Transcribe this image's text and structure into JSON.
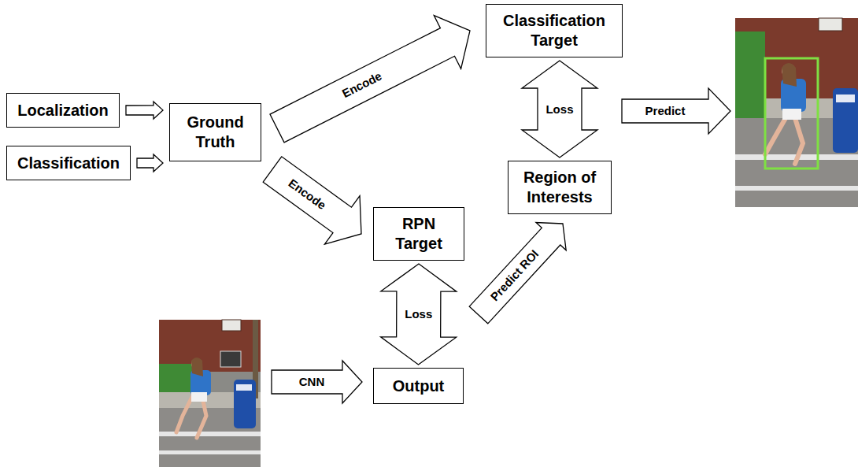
{
  "diagram": {
    "nodes": [
      {
        "text": [
          "Localization"
        ]
      },
      {
        "text": [
          "Classification"
        ]
      },
      {
        "text": [
          "Ground Truth"
        ]
      },
      {
        "text": [
          "Classification Target"
        ]
      },
      {
        "text": [
          "Region of Interests"
        ]
      },
      {
        "text": [
          "RPN Target"
        ]
      },
      {
        "text": [
          "Output"
        ]
      }
    ],
    "edges": [
      {
        "from": 0,
        "to": 2,
        "arrow": "to"
      },
      {
        "from": 1,
        "to": 2,
        "arrow": "to"
      },
      {
        "from": 2,
        "to": 3,
        "label": "Encode",
        "arrow": "to"
      },
      {
        "from": 2,
        "to": 5,
        "label": "Encode",
        "arrow": "to"
      },
      {
        "from": 3,
        "to": 4,
        "label": "Loss",
        "arrow": "both"
      },
      {
        "from": 5,
        "to": 6,
        "label": "Loss",
        "arrow": "both"
      },
      {
        "from": 6,
        "to": 4,
        "label": "Predict ROI",
        "arrow": "to"
      }
    ],
    "labels": [
      "CNN",
      "Predict"
    ]
  }
}
